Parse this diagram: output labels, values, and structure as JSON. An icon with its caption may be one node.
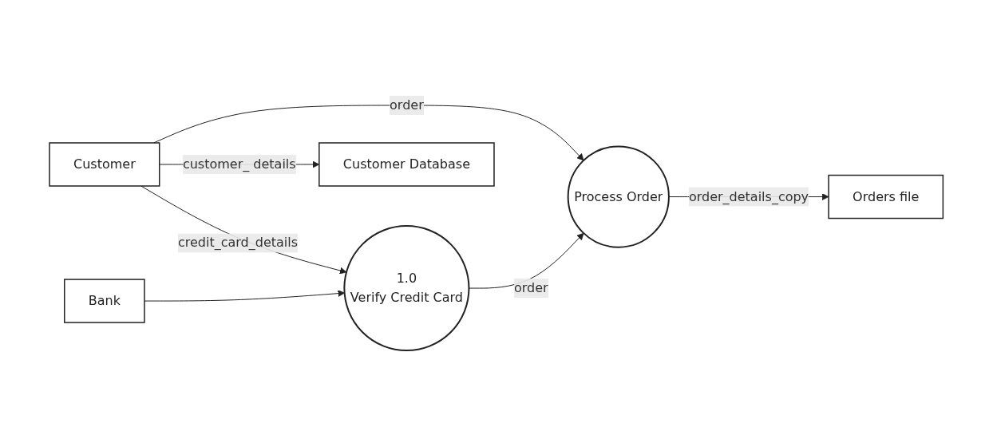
{
  "diagram": {
    "nodes": [
      {
        "text": [
          "Customer"
        ]
      },
      {
        "text": [
          "1.0",
          "Verify Credit Card"
        ]
      },
      {
        "text": [
          "Bank"
        ]
      },
      {
        "text": [
          "Customer Database"
        ]
      },
      {
        "text": [
          "Process Order"
        ]
      },
      {
        "text": [
          "Orders file"
        ]
      }
    ],
    "edges": [
      {
        "from": 0,
        "to": 1,
        "label": "credit_card_details",
        "arrow": "to"
      },
      {
        "from": 2,
        "to": 1,
        "arrow": "to"
      },
      {
        "from": 0,
        "to": 3,
        "label": "customer_ details",
        "arrow": "to"
      },
      {
        "from": 0,
        "to": 4,
        "label": "order",
        "arrow": "to"
      },
      {
        "from": 1,
        "to": 4,
        "label": "order",
        "arrow": "to"
      },
      {
        "from": 4,
        "to": 5,
        "label": "order_details_copy",
        "arrow": "to"
      }
    ]
  }
}
